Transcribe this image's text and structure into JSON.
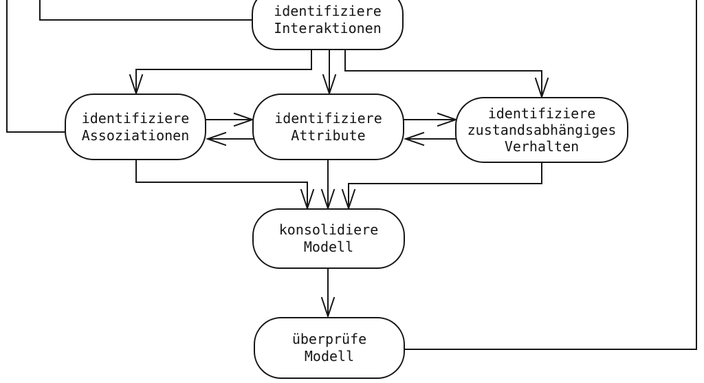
{
  "nodes": {
    "interaktionen": {
      "label": "identifiziere\nInteraktionen"
    },
    "assoziationen": {
      "label": "identifiziere\nAssoziationen"
    },
    "attribute": {
      "label": "identifiziere\nAttribute"
    },
    "verhalten": {
      "label": "identifiziere\nzustandsabhängiges\nVerhalten"
    },
    "konsolidiere": {
      "label": "konsolidiere\nModell"
    },
    "ueberpruefe": {
      "label": "überprüfe\nModell"
    }
  },
  "colors": {
    "line": "#161616",
    "text": "#161616",
    "background": "#ffffff"
  }
}
